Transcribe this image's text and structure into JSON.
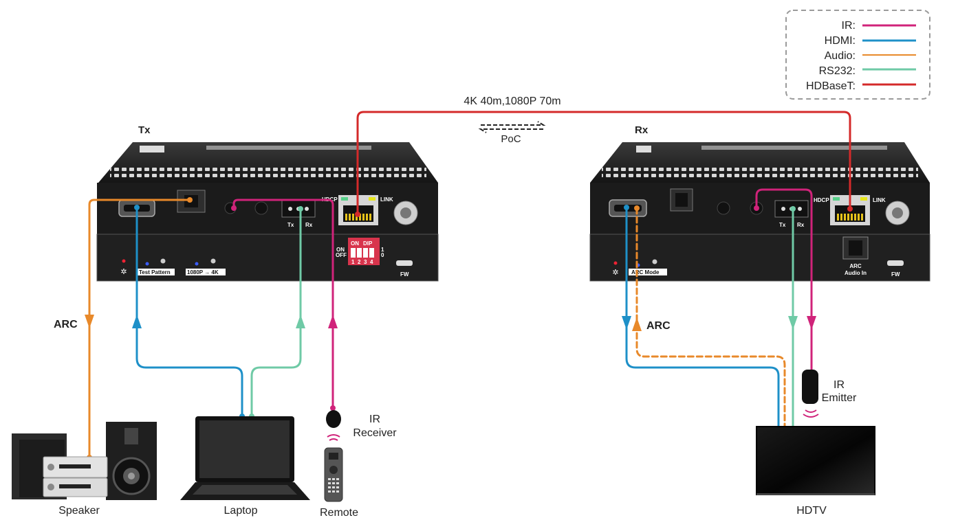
{
  "legend": {
    "items": [
      {
        "label": "IR:",
        "color": "#d0237a"
      },
      {
        "label": "HDMI:",
        "color": "#1e90c8"
      },
      {
        "label": "Audio:",
        "color": "#e8892a"
      },
      {
        "label": "RS232:",
        "color": "#6fcaa6"
      },
      {
        "label": "HDBaseT:",
        "color": "#d42a2a"
      }
    ]
  },
  "link": {
    "distance": "4K 40m,1080P 70m",
    "poc": "PoC"
  },
  "tx": {
    "title": "Tx",
    "hdcp": "HDCP",
    "link": "LINK",
    "rs232_tx": "Tx",
    "rs232_rx": "Rx",
    "test_pattern": "Test Pattern",
    "scale": "1080P → 4K",
    "dip_on": "ON",
    "dip_title": "DIP",
    "dip_on_side": "ON",
    "dip_off_side": "OFF",
    "dip_one": "1",
    "dip_zero": "0",
    "dip_nums": [
      "1",
      "2",
      "3",
      "4"
    ],
    "fw": "FW"
  },
  "rx": {
    "title": "Rx",
    "hdcp": "HDCP",
    "link": "LINK",
    "rs232_tx": "Tx",
    "rs232_rx": "Rx",
    "arc_mode": "ARC Mode",
    "arc_audio_1": "ARC",
    "arc_audio_2": "Audio In",
    "fw": "FW"
  },
  "labels": {
    "arc_left": "ARC",
    "arc_right": "ARC",
    "ir_receiver_1": "IR",
    "ir_receiver_2": "Receiver",
    "ir_emitter_1": "IR",
    "ir_emitter_2": "Emitter"
  },
  "devices": {
    "speaker": "Speaker",
    "laptop": "Laptop",
    "remote": "Remote",
    "hdtv": "HDTV"
  }
}
